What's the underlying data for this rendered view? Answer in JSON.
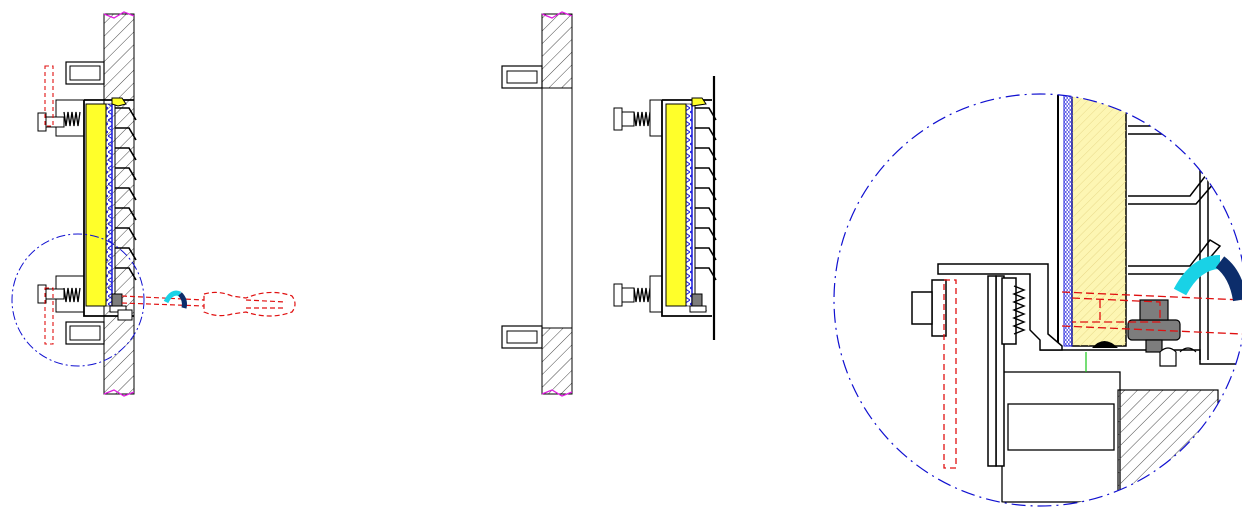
{
  "colors": {
    "line": "#000000",
    "hatch": "#4a4a4a",
    "filter_fill": "#ffff2a",
    "filter_fill_detail": "#fdf6b3",
    "filter_hatch_detail": "#e8d98a",
    "mesh_blue": "#1a1adc",
    "hidden_red": "#e01010",
    "detail_circle_blue": "#1010d0",
    "wall_break_magenta": "#e01ee0",
    "arrow_cyan": "#19d2e6",
    "arrow_dark": "#0c2d6b",
    "knob_gray": "#7d7d7d",
    "green_mark": "#19c819"
  },
  "views": [
    {
      "id": "installed-view"
    },
    {
      "id": "removed-view"
    },
    {
      "id": "detail-view"
    }
  ]
}
